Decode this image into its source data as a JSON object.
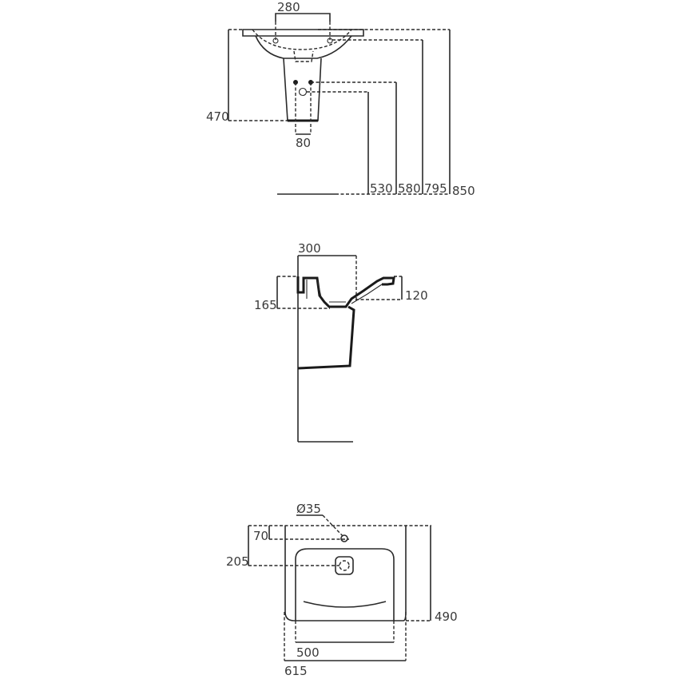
{
  "drawing": {
    "units": "mm",
    "views": {
      "front_view": {
        "dimensions": {
          "tap_hole_spacing": "280",
          "pedestal_base_height": "470",
          "pedestal_waste_width": "80",
          "waste_outlet_height": "530",
          "supply_height": "580",
          "bowl_rim_lower_height": "795",
          "overall_rim_height": "850"
        }
      },
      "side_view": {
        "dimensions": {
          "wall_to_waste": "300",
          "bowl_depth_front": "120",
          "bowl_depth_overall": "165"
        }
      },
      "plan_view": {
        "dimensions": {
          "tap_hole_diameter": "Ø35",
          "tap_hole_from_wall": "70",
          "waste_from_wall": "205",
          "overall_depth": "490",
          "bowl_width": "500",
          "overall_width": "615"
        }
      }
    }
  }
}
